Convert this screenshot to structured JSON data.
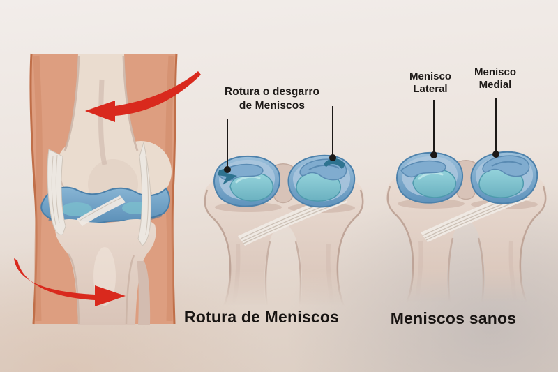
{
  "figure": {
    "type": "medical-infographic",
    "topic": "meniscus tear (knee)",
    "left_panel": {
      "name": "knee-rotation-mechanism-illustration",
      "arrow_top_direction": "rotate-left",
      "arrow_bottom_direction": "rotate-right"
    },
    "middle_panel": {
      "annotation": {
        "line1": "Rotura o desgarro",
        "line2": "de Meniscos"
      },
      "caption": "Rotura de Meniscos"
    },
    "right_panel": {
      "label_lateral": {
        "line1": "Menisco",
        "line2": "Lateral"
      },
      "label_medial": {
        "line1": "Menisco",
        "line2": "Medial"
      },
      "caption": "Meniscos sanos"
    }
  },
  "colors": {
    "arrow_red": "#d9291d",
    "skin": "#dd9e80",
    "skin_outline": "#c06f49",
    "bone_light": "#ecdfd6",
    "bone_shadow": "#b89e91",
    "meniscus_blue": "#6fa0c8",
    "meniscus_rim": "#4c81ab",
    "cartilage_teal": "#7cc0cd",
    "tear_dark": "#2e7390",
    "ligament_white": "#efe9e3",
    "text": "#1e1a18",
    "background_top": "#f2edea",
    "background_bottom_left": "#dccec3",
    "background_bottom_right": "#d6d4d5"
  }
}
